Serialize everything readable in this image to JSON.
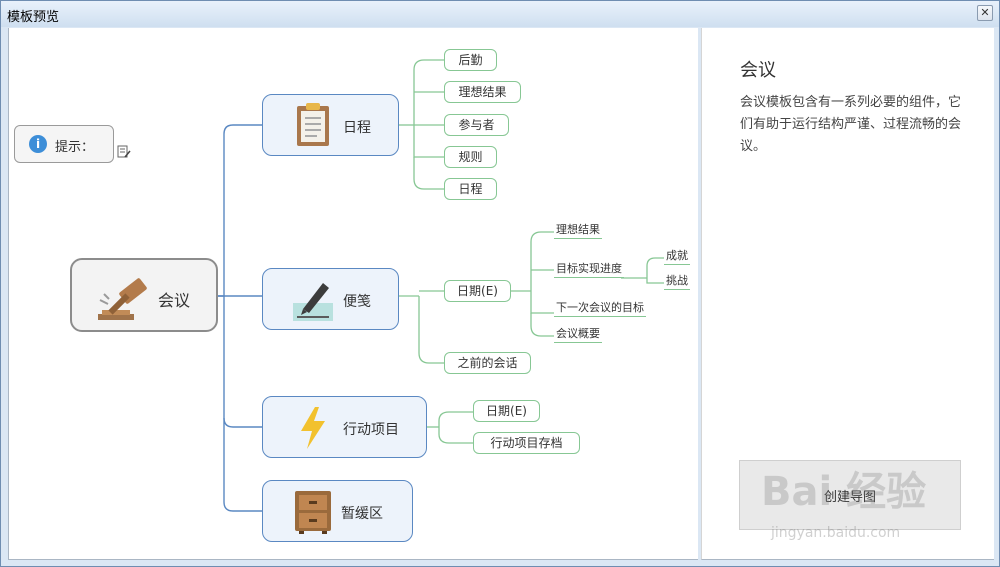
{
  "window": {
    "title": "模板预览",
    "close_symbol": "✕"
  },
  "mindmap": {
    "tip_label": "提示：",
    "central": {
      "label": "会议"
    },
    "topics": [
      {
        "label": "日程",
        "children": [
          "后勤",
          "理想结果",
          "参与者",
          "规则",
          "日程"
        ]
      },
      {
        "label": "便笺",
        "children": [
          "日期(E)",
          "之前的会话"
        ],
        "sub_children": [
          "理想结果",
          "目标实现进度",
          "下一次会议的目标",
          "会议概要"
        ],
        "progress_children": [
          "成就",
          "挑战"
        ]
      },
      {
        "label": "行动项目",
        "children": [
          "日期(E)",
          "行动项目存档"
        ]
      },
      {
        "label": "暂缓区",
        "children": []
      }
    ]
  },
  "side_panel": {
    "title": "会议",
    "description": "会议模板包含有一系列必要的组件，它们有助于运行结构严谨、过程流畅的会议。",
    "create_button": "创建导图"
  },
  "watermark": {
    "text": "Bai 经验",
    "sub": "jingyan.baidu.com"
  },
  "colors": {
    "main_border": "#5a88c2",
    "sub_border": "#87c794",
    "central_border": "#8c8c8c"
  }
}
